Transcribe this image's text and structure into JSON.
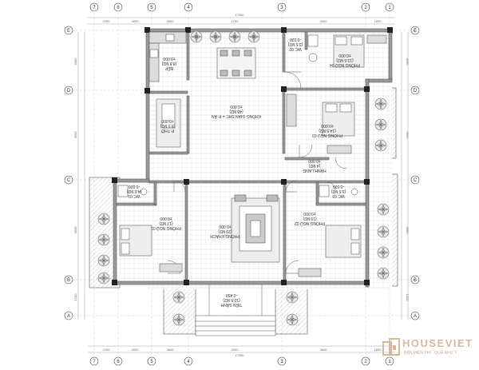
{
  "grid": {
    "top": [
      "7",
      "6",
      "5",
      "4",
      "3",
      "2",
      "1"
    ],
    "bottom": [
      "7",
      "6",
      "5",
      "4",
      "3",
      "2",
      "1"
    ],
    "left": [
      "E",
      "D",
      "C",
      "B",
      "A"
    ],
    "right": [
      "E",
      "D",
      "C",
      "B",
      "A"
    ]
  },
  "dimensions": {
    "top": [
      "2200",
      "3800",
      "3900",
      "1700",
      "4000",
      "1800"
    ],
    "top_total": "17000",
    "bottom": [
      "2200",
      "4000",
      "3600",
      "4000",
      "3600",
      "1800"
    ],
    "bottom_total": "17000",
    "left": [
      "4000",
      "3500",
      "4500",
      "1200"
    ],
    "right": [
      "4000",
      "3500",
      "4500",
      "1200"
    ]
  },
  "rooms": {
    "bep": [
      "BẾP",
      "(8.8 M2)",
      "±0.000"
    ],
    "wc02_top": [
      "WC 02",
      "(3.5 M2)",
      "-0.020"
    ],
    "phong_ngu_04": [
      "PHÒNG NGỦ 04",
      "(13.6 M2)",
      "±0.000"
    ],
    "khong_gian_shc": [
      "KHÔNG GIAN SHC + P. ĂN",
      "(48 M2)",
      "±0.000"
    ],
    "p_tho": [
      "P. THỜ",
      "(8.5 M2)",
      "±0.000"
    ],
    "phong_ngu_03": [
      "PHÒNG NGỦ 03",
      "(14.5 M2)",
      "±0.000"
    ],
    "hanh_lang": [
      "HÀNH LANG",
      "(4 M2)",
      "±0.000"
    ],
    "wc01": [
      "WC 01",
      "(4.6 M2)",
      "-0.020"
    ],
    "wc03": [
      "WC 03",
      "(3.5 M2)",
      "-0.020"
    ],
    "phong_ngu_01": [
      "PHÒNG NGỦ 01",
      "(17 M2)",
      "±0.000"
    ],
    "phong_khach": [
      "PHÒNG KHÁCH",
      "(29 M2)",
      "±0.000"
    ],
    "phong_ngu_02": [
      "PHÒNG NGỦ 02",
      "(19 M2)",
      "±0.000"
    ],
    "tien_sanh": [
      "TIỀN SẢNH",
      "(10.5 M2)",
      "-0.450"
    ]
  },
  "brand": {
    "name": "HOUSEVIET",
    "tagline": "BẢN MIỄN PHÍ - QUÀ NHƯ Ý",
    "color": "#d6b99a"
  }
}
